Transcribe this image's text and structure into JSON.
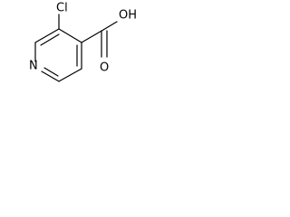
{
  "molecule": {
    "atoms": {
      "chlorine": "Cl",
      "ring_nitrogen": "N",
      "carbonyl_oxygen": "O",
      "hydroxyl": "OH"
    }
  }
}
